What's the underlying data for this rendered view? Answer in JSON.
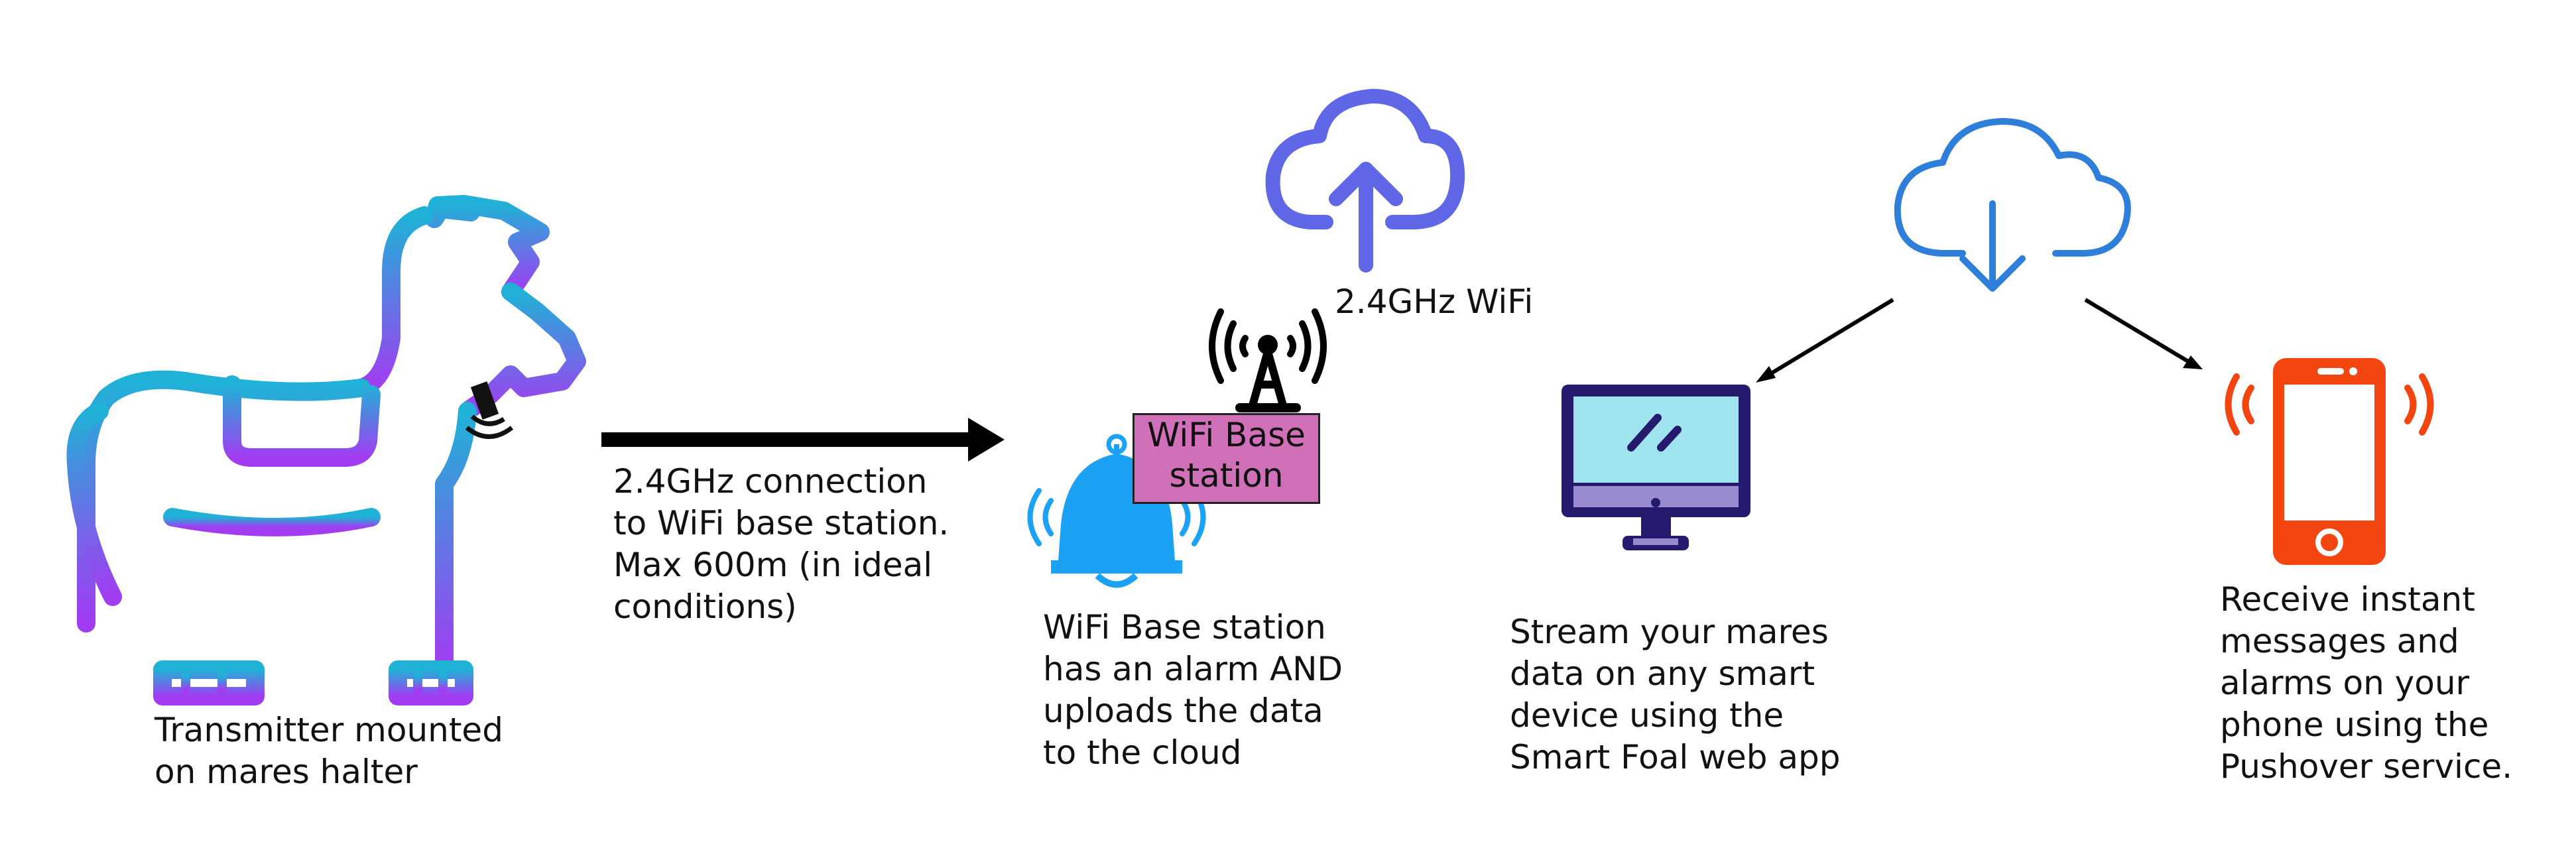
{
  "colors": {
    "horse_gradient_top": "#1fb2d6",
    "horse_gradient_bottom": "#a23cf2",
    "upload_cloud": "#5f67e6",
    "download_cloud": "#2e7fd9",
    "bell": "#1ba2f4",
    "base_box_fill": "#d070b8",
    "monitor_outline": "#241a6e",
    "monitor_screen": "#9fe4ef",
    "monitor_bar": "#9a8ad0",
    "phone": "#f2450f",
    "arrows": "#000000"
  },
  "icons": {
    "horse": "horse-icon",
    "collar_transmitter": "transmitter-icon",
    "big_arrow": "arrow-right-icon",
    "upload_cloud": "cloud-upload-icon",
    "download_cloud": "cloud-download-icon",
    "antenna": "antenna-tower-icon",
    "bell": "alarm-bell-icon",
    "monitor": "monitor-icon",
    "phone": "smartphone-icon"
  },
  "labels": {
    "transmitter": [
      "Transmitter mounted",
      "on mares halter"
    ],
    "connection": [
      "2.4GHz connection",
      "to WiFi base station.",
      "Max 600m (in ideal",
      "conditions)"
    ],
    "wifi_band": "2.4GHz WiFi",
    "base_box": [
      "WiFi Base",
      "station"
    ],
    "base_station": [
      "WiFi Base station",
      "has an alarm AND",
      "uploads the data",
      "to the cloud"
    ],
    "stream": [
      "Stream your mares",
      "data on any smart",
      "device using the",
      "Smart Foal web app"
    ],
    "pushover": [
      "Receive instant",
      "messages and",
      "alarms on your",
      "phone using the",
      "Pushover service."
    ]
  }
}
